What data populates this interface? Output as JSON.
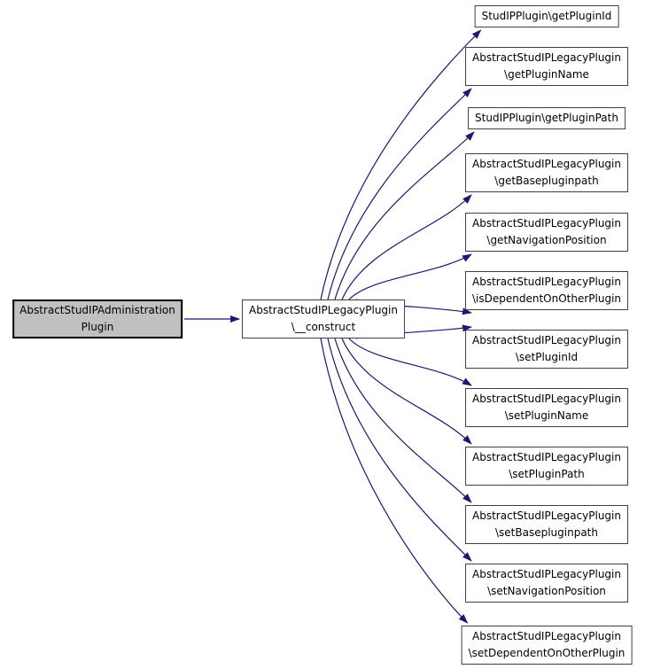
{
  "diagram": {
    "type": "call-graph",
    "background": "#ffffff",
    "edge_color": "#191970",
    "node_border_color": "#404040",
    "highlight_border_color": "#000000",
    "node_fill": "#ffffff",
    "highlight_fill": "#c0c0c0",
    "text_color": "#000000",
    "root": {
      "id": "root",
      "label": "AbstractStudIPAdministration\nPlugin",
      "highlighted": true
    },
    "construct": {
      "id": "construct",
      "label": "AbstractStudIPLegacyPlugin\n\\__construct"
    },
    "called": [
      {
        "id": "c0",
        "label": "StudIPPlugin\\getPluginId"
      },
      {
        "id": "c1",
        "label": "AbstractStudIPLegacyPlugin\n\\getPluginName"
      },
      {
        "id": "c2",
        "label": "StudIPPlugin\\getPluginPath"
      },
      {
        "id": "c3",
        "label": "AbstractStudIPLegacyPlugin\n\\getBasepluginpath"
      },
      {
        "id": "c4",
        "label": "AbstractStudIPLegacyPlugin\n\\getNavigationPosition"
      },
      {
        "id": "c5",
        "label": "AbstractStudIPLegacyPlugin\n\\isDependentOnOtherPlugin"
      },
      {
        "id": "c6",
        "label": "AbstractStudIPLegacyPlugin\n\\setPluginId"
      },
      {
        "id": "c7",
        "label": "AbstractStudIPLegacyPlugin\n\\setPluginName"
      },
      {
        "id": "c8",
        "label": "AbstractStudIPLegacyPlugin\n\\setPluginPath"
      },
      {
        "id": "c9",
        "label": "AbstractStudIPLegacyPlugin\n\\setBasepluginpath"
      },
      {
        "id": "c10",
        "label": "AbstractStudIPLegacyPlugin\n\\setNavigationPosition"
      },
      {
        "id": "c11",
        "label": "AbstractStudIPLegacyPlugin\n\\setDependentOnOtherPlugin"
      }
    ],
    "edges": [
      [
        "root",
        "construct"
      ],
      [
        "construct",
        "c0"
      ],
      [
        "construct",
        "c1"
      ],
      [
        "construct",
        "c2"
      ],
      [
        "construct",
        "c3"
      ],
      [
        "construct",
        "c4"
      ],
      [
        "construct",
        "c5"
      ],
      [
        "construct",
        "c6"
      ],
      [
        "construct",
        "c7"
      ],
      [
        "construct",
        "c8"
      ],
      [
        "construct",
        "c9"
      ],
      [
        "construct",
        "c10"
      ],
      [
        "construct",
        "c11"
      ]
    ]
  }
}
